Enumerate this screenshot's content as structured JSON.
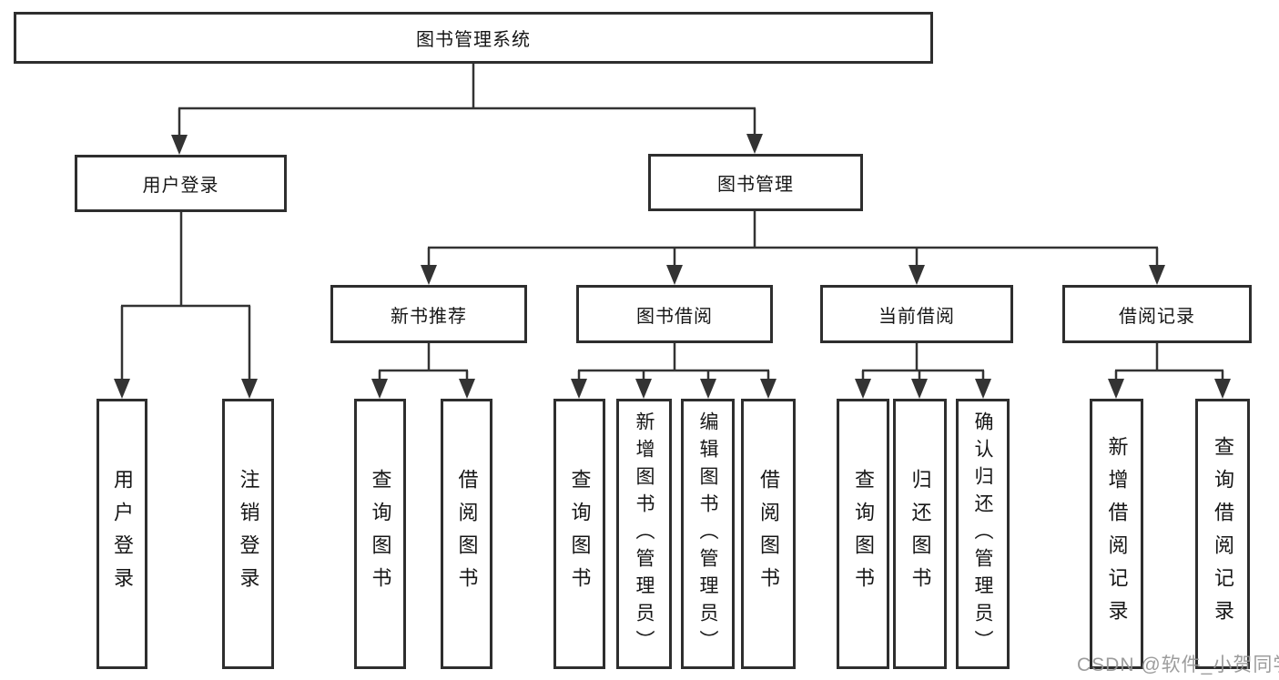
{
  "tree": {
    "root": {
      "label": "图书管理系统",
      "children": [
        {
          "label": "用户登录",
          "children": [
            {
              "label": "用户登录"
            },
            {
              "label": "注销登录"
            }
          ]
        },
        {
          "label": "图书管理",
          "children": [
            {
              "label": "新书推荐",
              "children": [
                {
                  "label": "查询图书"
                },
                {
                  "label": "借阅图书"
                }
              ]
            },
            {
              "label": "图书借阅",
              "children": [
                {
                  "label": "查询图书"
                },
                {
                  "label": "新增图书（管理员）"
                },
                {
                  "label": "编辑图书（管理员）"
                },
                {
                  "label": "借阅图书"
                }
              ]
            },
            {
              "label": "当前借阅",
              "children": [
                {
                  "label": "查询图书"
                },
                {
                  "label": "归还图书"
                },
                {
                  "label": "确认归还（管理员）"
                }
              ]
            },
            {
              "label": "借阅记录",
              "children": [
                {
                  "label": "新增借阅记录"
                },
                {
                  "label": "查询借阅记录"
                }
              ]
            }
          ]
        }
      ]
    }
  },
  "watermark": {
    "text": "CSDN @软件_小贺同学"
  },
  "colors": {
    "line": "#333333",
    "box_border": "#2e2e2e",
    "background": "#ffffff",
    "text": "#161616",
    "watermark": "#949494"
  }
}
